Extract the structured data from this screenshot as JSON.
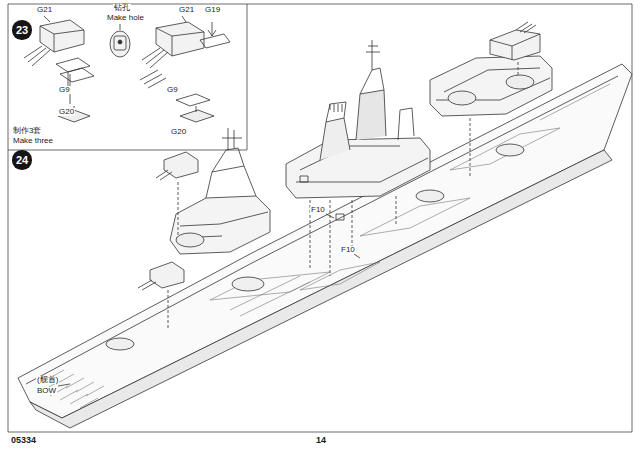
{
  "diagram": {
    "nodes": [
      {
        "text": [
          "23"
        ]
      },
      {
        "text": [
          "24"
        ]
      }
    ],
    "labels": [
      "G21",
      "钻孔",
      "Make hole",
      "G21",
      "G19",
      "G9",
      "G9",
      "G20",
      "G20",
      "制作3套",
      "Make three",
      "F10",
      "F10",
      "(舰首)",
      "BOW",
      "05334",
      "14"
    ]
  }
}
